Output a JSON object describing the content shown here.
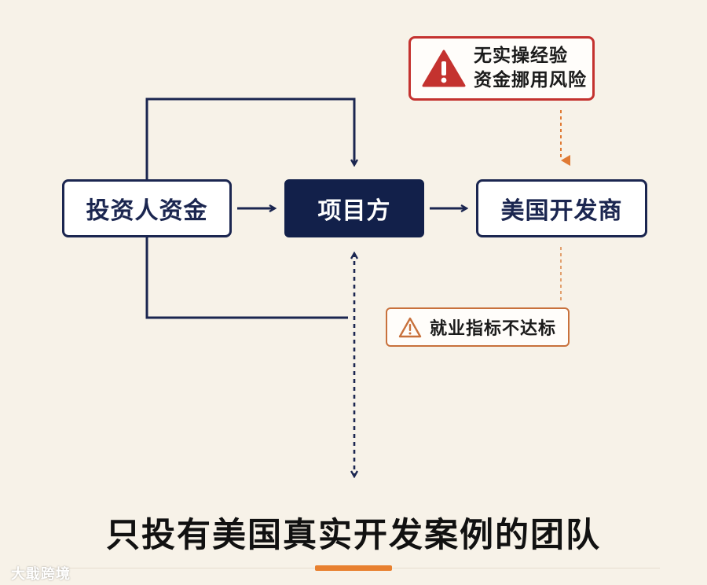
{
  "nodes": {
    "investor": "投资人资金",
    "project": "项目方",
    "developer": "美国开发商"
  },
  "warnings": {
    "top_line1": "无实操经验",
    "top_line2": "资金挪用风险",
    "bottom": "就业指标不达标"
  },
  "headline": "只投有美国真实开发案例的团队",
  "watermark": "大戢跨境",
  "colors": {
    "navy": "#12204a",
    "warning_red": "#c4322f",
    "warning_orange": "#c8713c",
    "accent": "#e8802f",
    "background": "#f7f2e8"
  },
  "icons": [
    "warning-triangle-icon"
  ]
}
